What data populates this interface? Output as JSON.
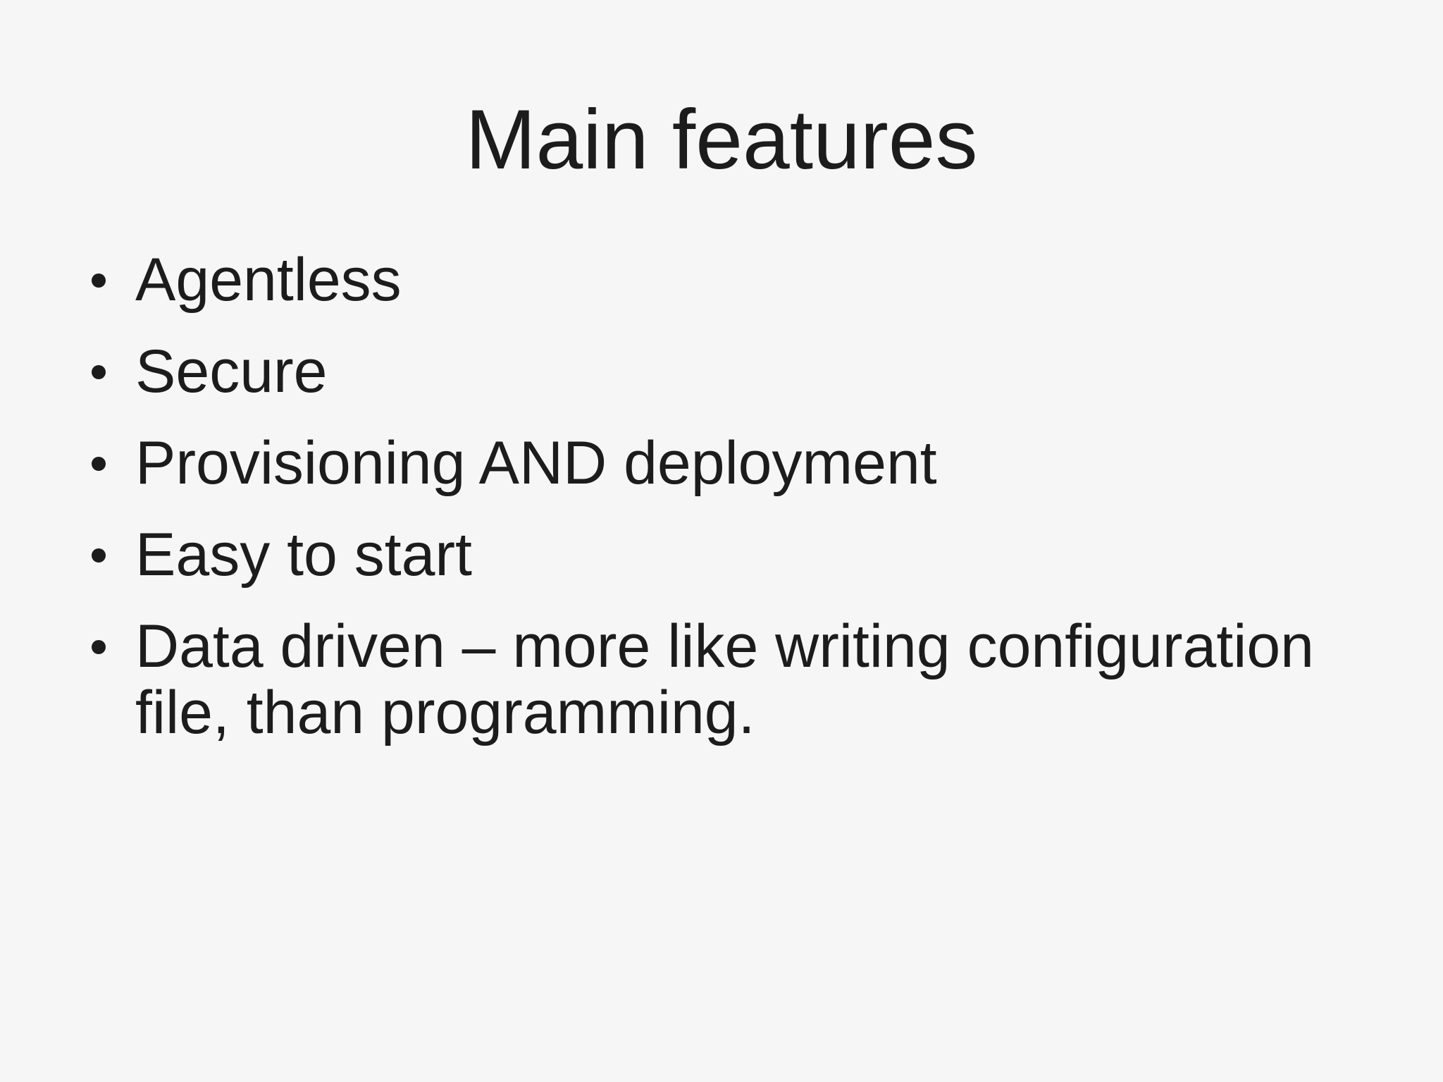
{
  "slide": {
    "title": "Main features",
    "bullets": [
      "Agentless",
      "Secure",
      "Provisioning AND deployment",
      "Easy to start",
      "Data driven – more like writing configuration file, than programming."
    ]
  },
  "colors": {
    "background": "#f6f6f6",
    "text": "#1c1c1c"
  }
}
